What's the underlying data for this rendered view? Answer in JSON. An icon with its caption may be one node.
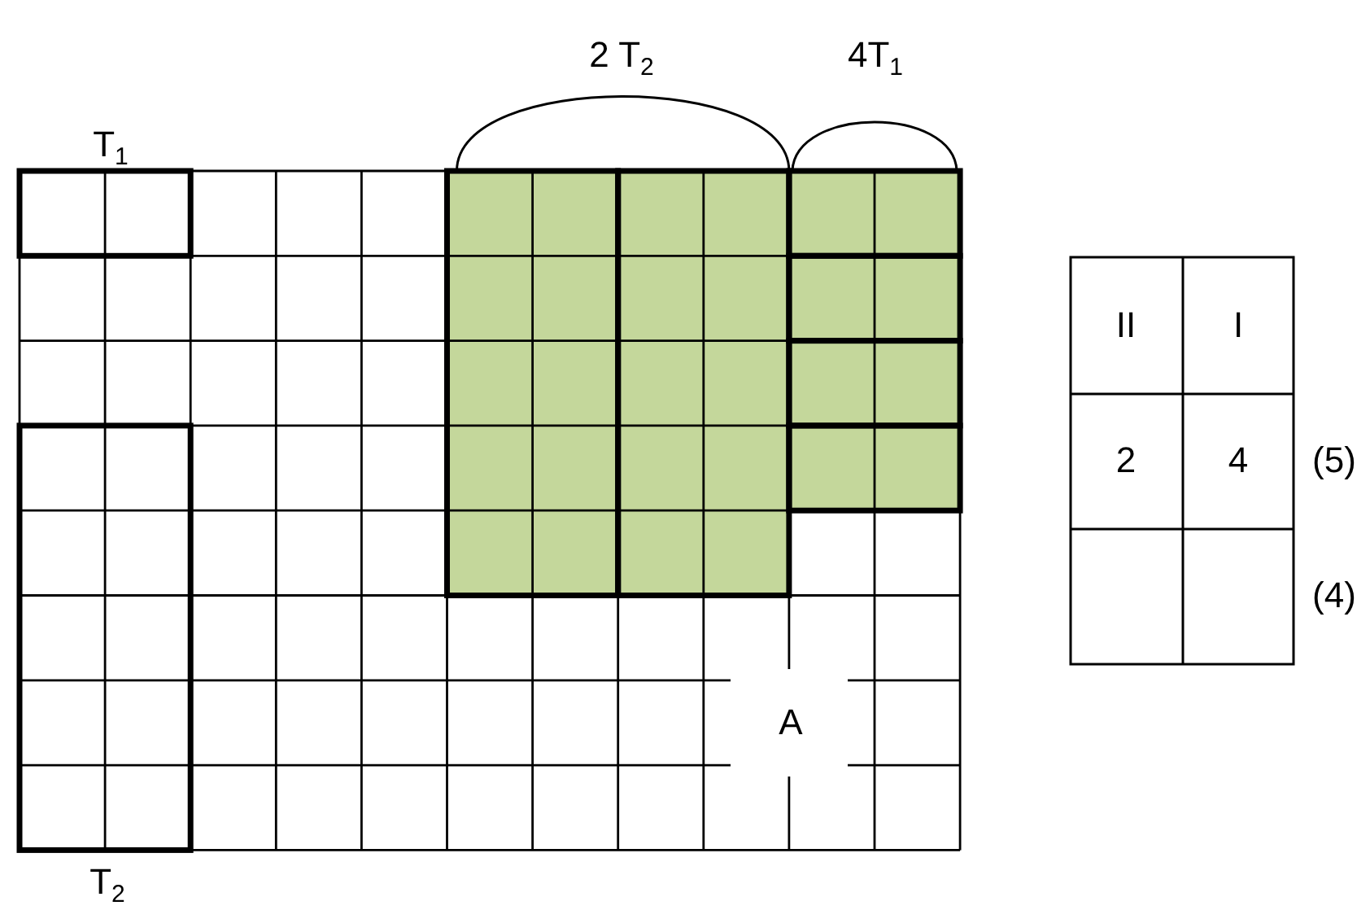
{
  "diagram": {
    "labels": [
      "2 T$_{2}$",
      "4T$_{1}$",
      "T$_{1}$",
      "II",
      "I",
      "2",
      "4",
      "(5)",
      "(4)",
      "A",
      "T$_{2}$"
    ]
  }
}
